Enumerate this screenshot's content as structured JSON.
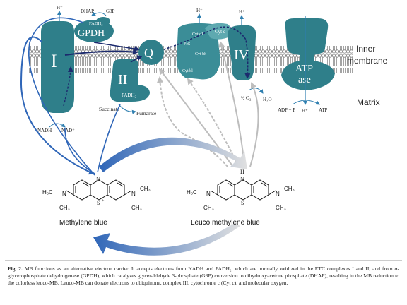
{
  "colors": {
    "complex": "#2f7f8a",
    "complex_light": "#5ea9b0",
    "text_on_complex": "#ffffff",
    "membrane_line": "#444444",
    "arrow_blue": "#2f66b8",
    "arrow_dark": "#1c2a6e",
    "arrow_gray": "#bdbdbd",
    "arrow_light_blue": "#6da0d8"
  },
  "complexes": {
    "complex_i": "I",
    "complex_ii": "II",
    "complex_q": "Q",
    "complex_iv": "IV",
    "gpdh": "GPDH",
    "fadh2_gpdh": "FADH₂",
    "fadh2_ii": "FADH₂",
    "atpase_line1": "ATP",
    "atpase_line2": "ase",
    "cyt_c1": "Cyt c1",
    "cyt_c": "Cyt c",
    "fes": "FeS",
    "cyt_bh": "Cyt bh",
    "cyt_bl": "Cyt bl"
  },
  "labels": {
    "h_plus": "H⁺",
    "dhap": "DHAP",
    "g3p": "G3P",
    "nadh": "NADH",
    "nad_plus": "NAD⁺",
    "succinate": "Succinate",
    "fumarate": "Fumarate",
    "half_o2": "½ O₂",
    "h2o": "H₂O",
    "adp_p": "ADP + P",
    "atp": "ATP",
    "inner_membrane_1": "Inner",
    "inner_membrane_2": "membrane",
    "matrix": "Matrix",
    "methylene_blue": "Methylene blue",
    "leuco_methylene_blue": "Leuco methylene blue",
    "mb_n_top": "N",
    "mb_s": "S",
    "mb_s_plus": "+",
    "leuco_h": "H",
    "leuco_n": "N",
    "leuco_s": "S",
    "mb_left_n": "N",
    "mb_left_h3c": "H₃C",
    "mb_left_ch3": "CH₃",
    "mb_right_n": "N",
    "mb_right_ch3_top": "CH₃",
    "mb_right_ch3_bot": "CH₃",
    "leuco_left_n": "N",
    "leuco_left_h3c": "H₃C",
    "leuco_left_ch3": "CH₃",
    "leuco_right_n": "N",
    "leuco_right_ch3_top": "CH₃",
    "leuco_right_ch3_bot": "CH₃"
  },
  "caption": {
    "fig_label": "Fig. 2.",
    "text": "MB functions as an alternative electron carrier. It accepts electrons from NADH and FADH₂, which are normally oxidized in the ETC complexes I and II, and from α-glycerophosphate dehydrogenase (GPDH), which catalyzes glyceraldehyde 3-phosphate (G3P) conversion to dihydroxyacetone phosphate (DHAP), resulting in the MB reduction to the colorless leuco-MB. Leuco-MB can donate electrons to ubiquinone, complex III, cytochrome c (Cyt c), and molecular oxygen."
  }
}
